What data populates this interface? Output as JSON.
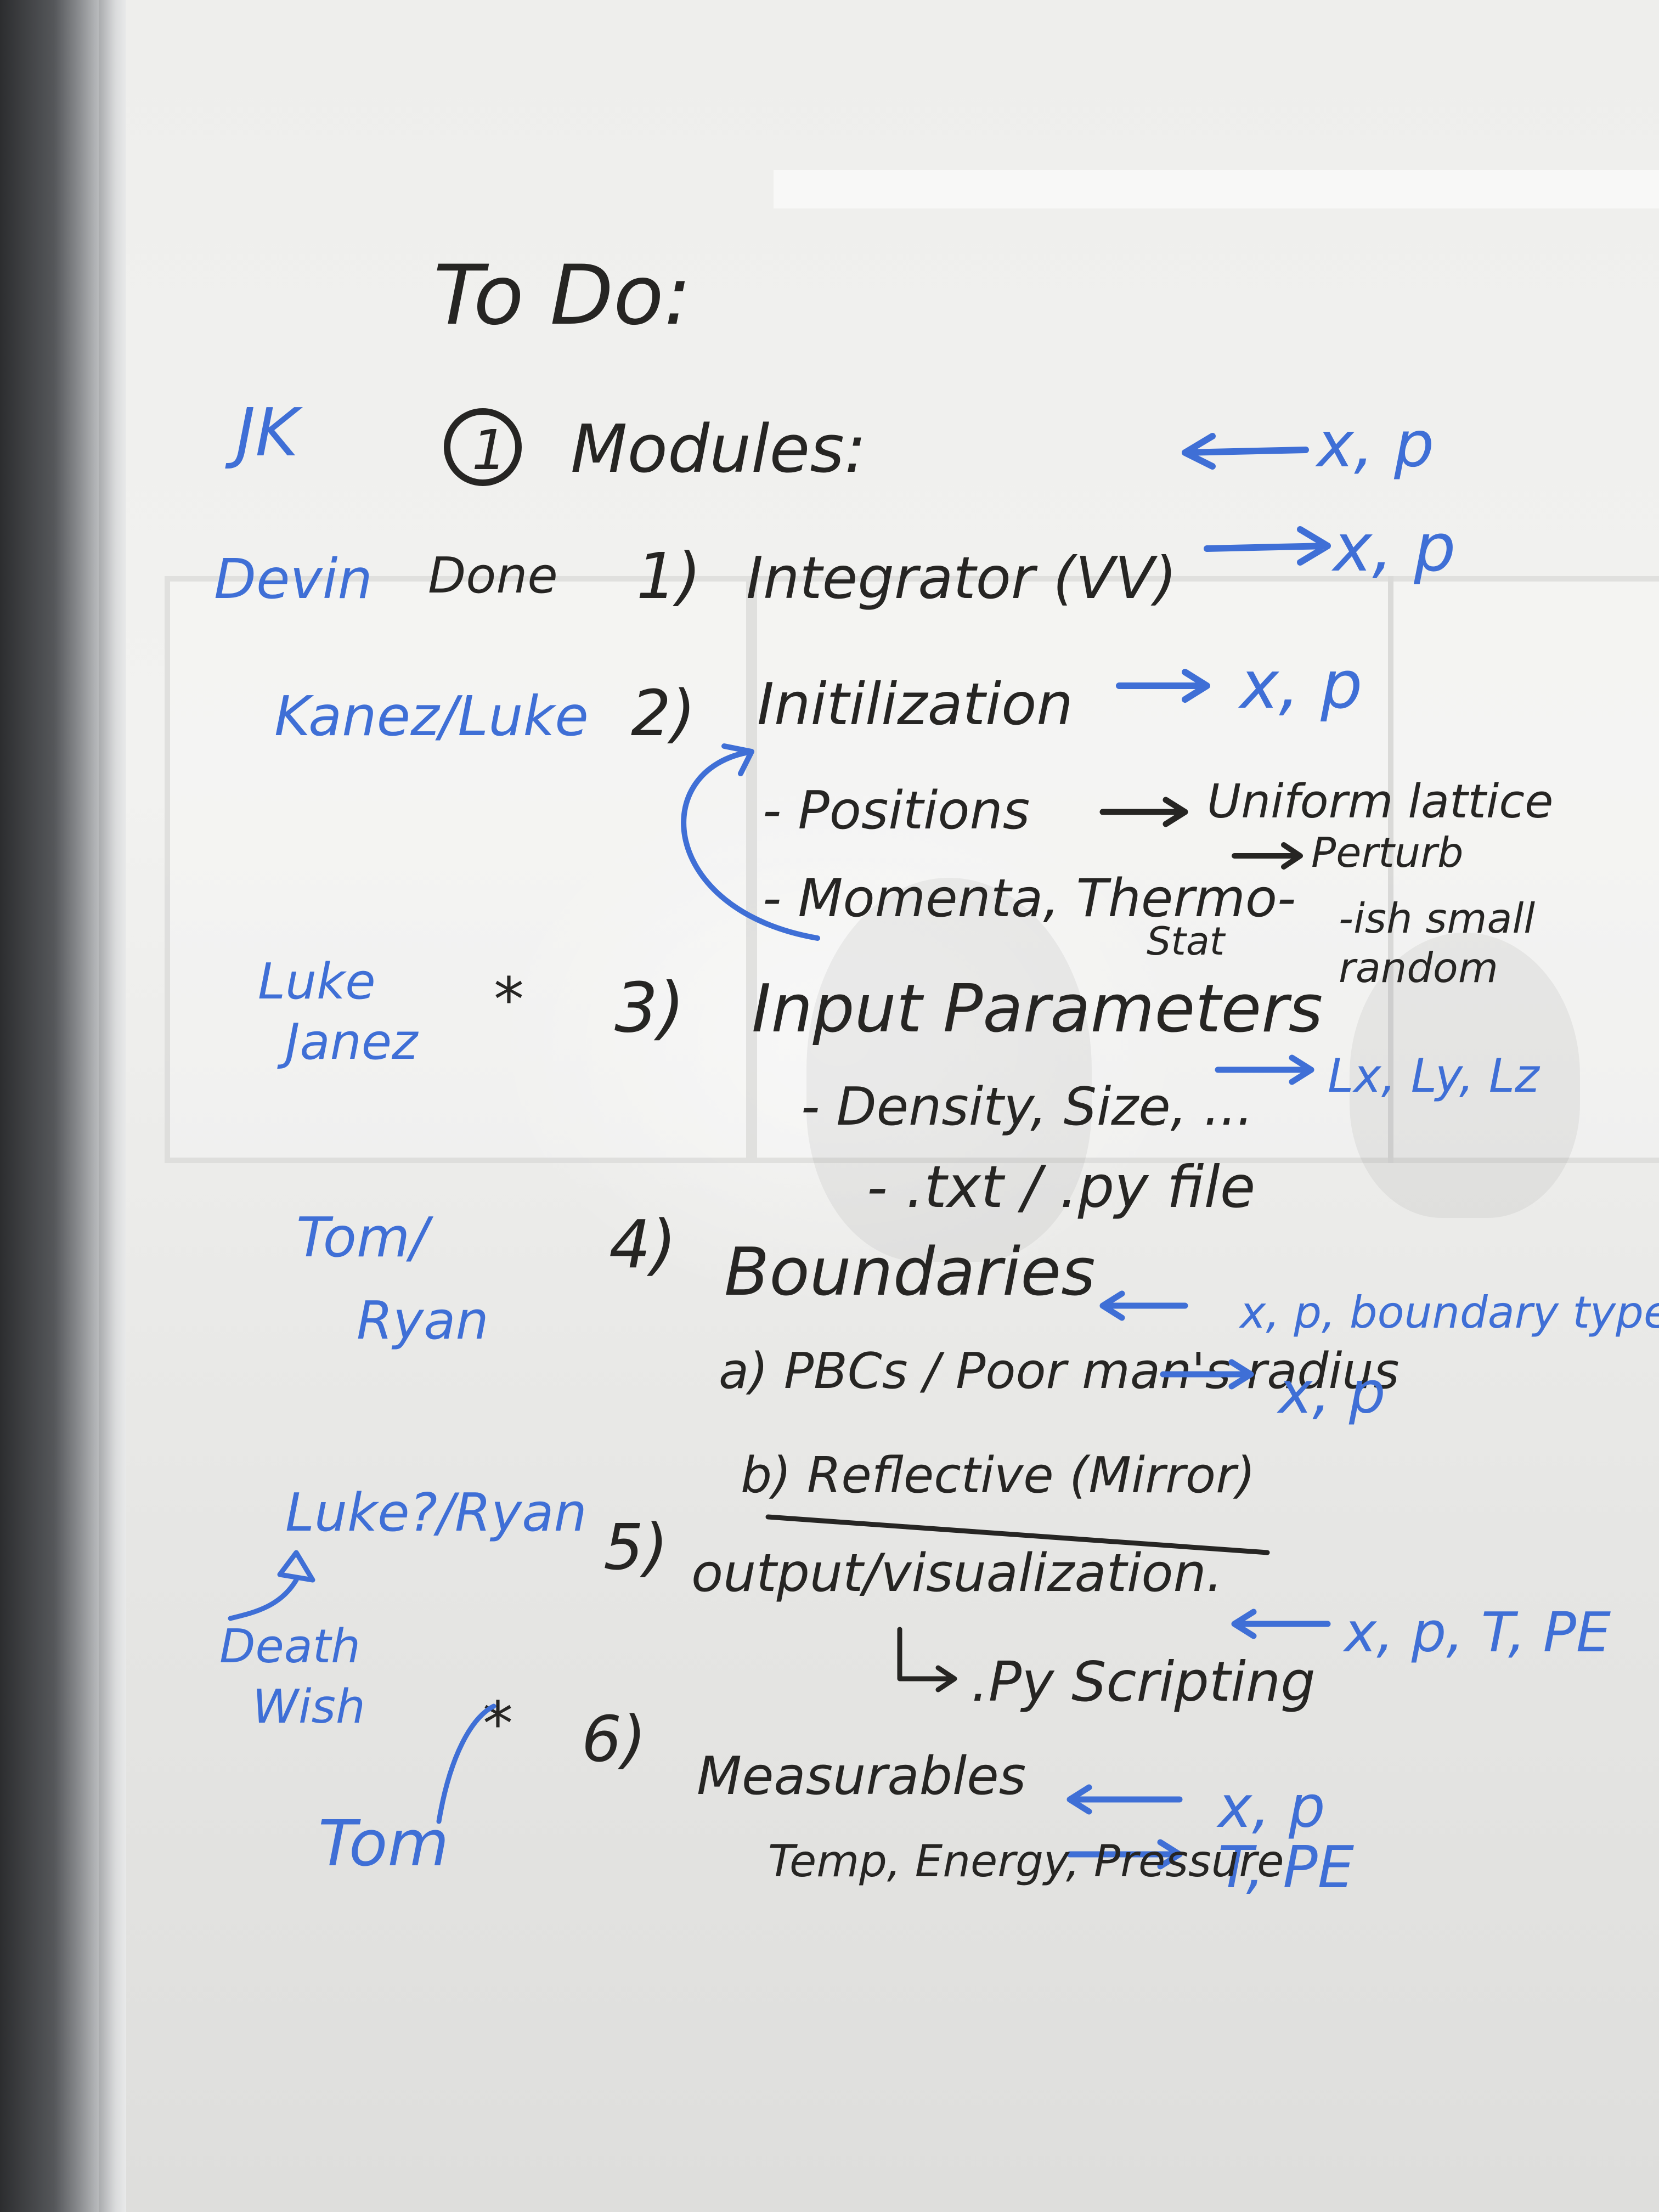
{
  "title": "To Do:",
  "section": {
    "number": "1",
    "label": "Modules:",
    "initials": "JK",
    "arrow_note": "x, p"
  },
  "items": [
    {
      "assignee": "Devin",
      "status": "Done",
      "number": "1)",
      "label": "Integrator (VV)",
      "note": "x, p"
    },
    {
      "assignee": "Kanez/Luke",
      "number": "2)",
      "label": "Initilization",
      "note": "x, p",
      "subitems": [
        {
          "text": "- Positions",
          "note": "Uniform lattice",
          "note2": "Perturb"
        },
        {
          "text": "- Momenta, Thermo-",
          "text2": "Stat",
          "note": "-ish small",
          "note2": "random"
        }
      ]
    },
    {
      "assignee": "Luke",
      "assignee2": "Janez",
      "star": "*",
      "number": "3)",
      "label": "Input Parameters",
      "note": "Lx, Ly, Lz",
      "subitems": [
        {
          "text": "- Density, Size, ..."
        },
        {
          "text": "- .txt / .py file"
        }
      ]
    },
    {
      "assignee": "Tom/",
      "assignee2": "Ryan",
      "number": "4)",
      "label": "Boundaries",
      "note": "x, p, boundary types",
      "subitems": [
        {
          "text": "a) PBCs / Poor man's radius",
          "note": "x, p"
        },
        {
          "text": "b) Reflective (Mirror)"
        }
      ]
    },
    {
      "assignee": "Luke?/Ryan",
      "assignee_note": "Death",
      "assignee_note2": "Wish",
      "number": "5)",
      "label": "output/visualization.",
      "note": "x, p, T, PE",
      "subitems": [
        {
          "text": ".Py Scripting"
        }
      ]
    },
    {
      "assignee": "Tom",
      "star": "*",
      "number": "6)",
      "label": "Measurables",
      "note_in": "x, p",
      "note_out": "T, PE",
      "subitems": [
        {
          "text": "Temp, Energy, Pressure"
        }
      ]
    }
  ],
  "colors": {
    "black_marker": "#262523",
    "blue_marker": "#3f6fd6",
    "board": "#eeeeec",
    "frame": "#3a3b3d"
  }
}
